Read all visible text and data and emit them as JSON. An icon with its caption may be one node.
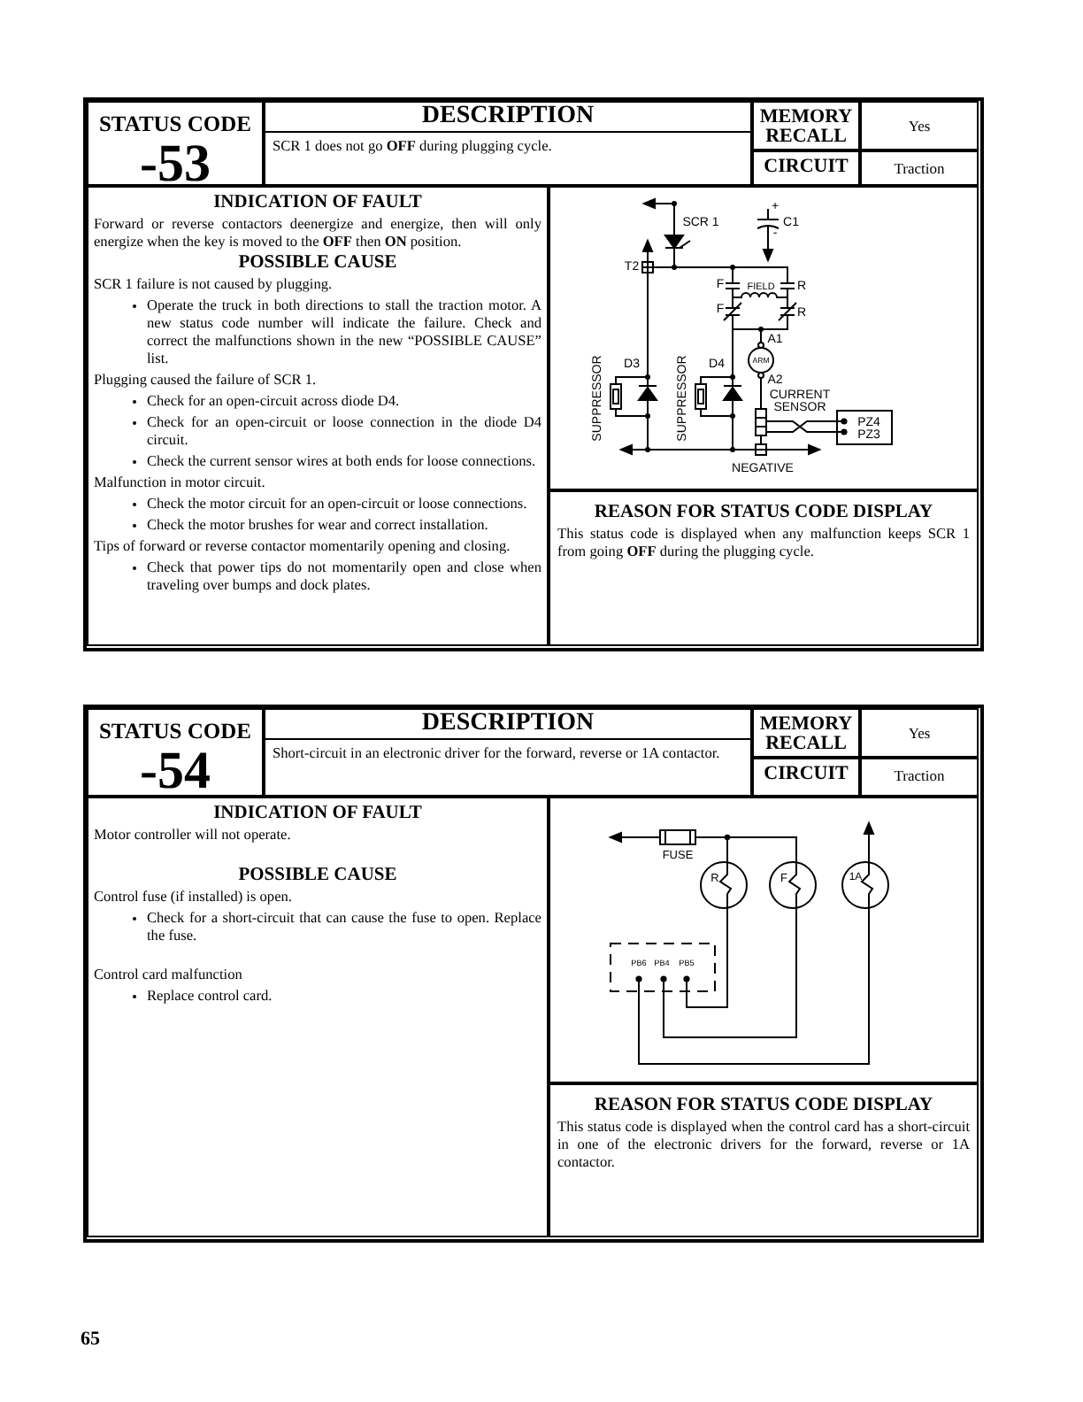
{
  "diagram": {
    "nodes": [
      {
        "text": [],
        "shape": "box"
      },
      {
        "text": [
          "STATUS CODE",
          "-53"
        ],
        "in": 0
      },
      {
        "text": [
          "DESCRIPTION",
          "SCR 1 does not go **OFF** during plugging cycle."
        ],
        "in": 0
      },
      {
        "text": [
          "MEMORY RECALL"
        ],
        "in": 0
      },
      {
        "text": [
          "Yes"
        ],
        "in": 0
      },
      {
        "text": [
          "CIRCUIT"
        ],
        "in": 0
      },
      {
        "text": [
          "Traction"
        ],
        "in": 0
      },
      {
        "text": [
          "INDICATION OF FAULT",
          "Forward or reverse contactors deenergize and energize, then will only energize when the key is moved to the **OFF** then **ON** position.",
          "POSSIBLE CAUSE",
          "SCR 1 failure is not caused by plugging.",
          "Operate the truck in both directions to stall the traction motor. A new status code number will indicate the failure. Check and correct the malfunctions shown in the new “POSSIBLE CAUSE” list.",
          "Plugging caused the failure of SCR 1.",
          "Check for an open-circuit across diode D4.",
          "Check for an open-circuit or loose connection in the diode D4 circuit.",
          "Check the current sensor wires at both ends for loose connections.",
          "Malfunction in motor circuit.",
          "Check the motor circuit for an open-circuit or loose connections.",
          "Check the motor brushes for wear and correct installation.",
          "Tips of forward or reverse contactor momentarily opening and closing.",
          "Check that power tips do not momentarily open and close when traveling over bumps and dock plates."
        ],
        "in": 0
      },
      {
        "text": [],
        "shape": "box",
        "in": 0
      },
      {
        "text": [
          "REASON FOR STATUS CODE DISPLAY",
          "This status code is displayed when any malfunction keeps SCR 1 from going **OFF** during the plugging cycle."
        ],
        "in": 0
      },
      {
        "text": [],
        "shape": "box"
      },
      {
        "text": [
          "STATUS CODE",
          "-54"
        ],
        "in": 10
      },
      {
        "text": [
          "DESCRIPTION",
          "Short-circuit in an electronic driver for the forward, reverse or 1A contactor."
        ],
        "in": 10
      },
      {
        "text": [
          "MEMORY RECALL"
        ],
        "in": 10
      },
      {
        "text": [
          "Yes"
        ],
        "in": 10
      },
      {
        "text": [
          "CIRCUIT"
        ],
        "in": 10
      },
      {
        "text": [
          "Traction"
        ],
        "in": 10
      },
      {
        "text": [
          "INDICATION OF FAULT",
          "Motor controller will not operate.",
          "POSSIBLE CAUSE",
          "Control fuse (if installed) is open.",
          "Check for a short-circuit that can cause the fuse to open. Replace the fuse.",
          "Control card malfunction",
          "Replace control card."
        ],
        "in": 10
      },
      {
        "text": [],
        "shape": "box",
        "in": 10
      },
      {
        "text": [
          "REASON FOR STATUS CODE DISPLAY",
          "This status code is displayed when the control card has a short-circuit in one of the electronic drivers for the forward, reverse or 1A contactor."
        ],
        "in": 10
      }
    ],
    "labels": [
      "SCR 1",
      "+",
      "C1",
      "-",
      "T2",
      "F",
      "FIELD",
      "R",
      "F",
      "R",
      "A1",
      "ARM",
      "A2",
      "SUPPRESSOR",
      "D3",
      "SUPPRESSOR",
      "D4",
      "CURRENT SENSOR",
      "PZ4",
      "PZ3",
      "NEGATIVE",
      "FUSE",
      "R",
      "F",
      "1A",
      "PB6",
      "PB4",
      "PB5",
      "65"
    ]
  }
}
